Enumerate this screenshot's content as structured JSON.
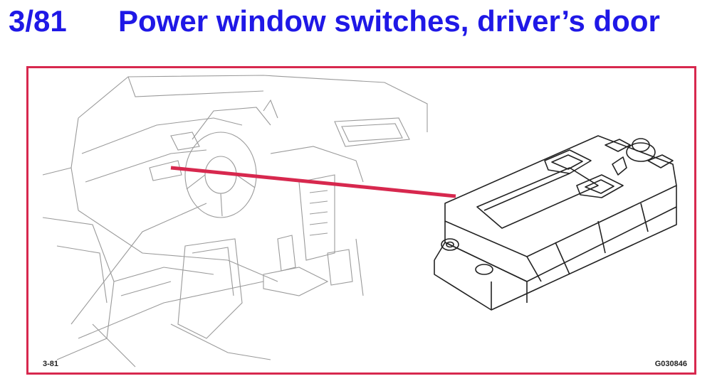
{
  "header": {
    "ref": "3/81",
    "title": "Power window switches, driver’s door"
  },
  "figure": {
    "label_left": "3-81",
    "label_right": "G030846"
  },
  "colors": {
    "title": "#1f18e6",
    "frame": "#d7284e",
    "leader": "#d7284e",
    "linework": "#9a9a9a"
  },
  "icons": [
    "car-interior-illustration",
    "window-switch-panel-illustration"
  ]
}
